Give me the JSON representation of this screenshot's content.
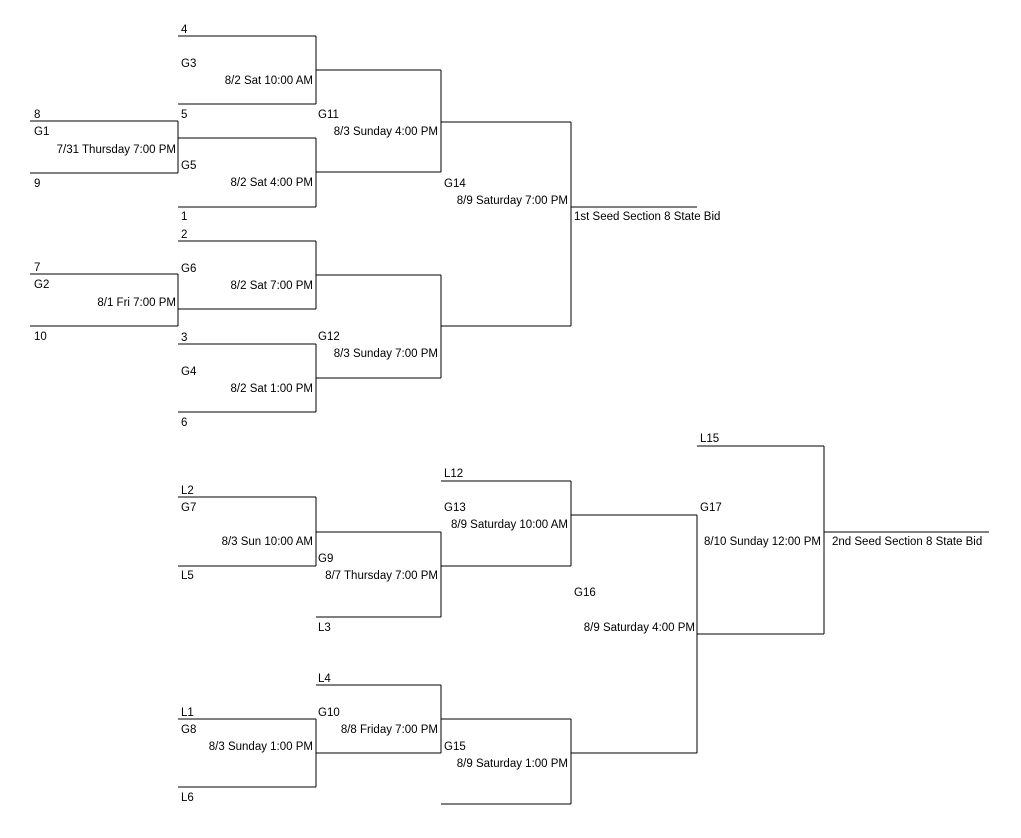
{
  "top_bracket": {
    "seeds": {
      "s4": "4",
      "s5": "5",
      "s8": "8",
      "s9": "9",
      "s1": "1",
      "s2": "2",
      "s7": "7",
      "s10": "10",
      "s3": "3",
      "s6": "6"
    },
    "games": {
      "g1": {
        "label": "G1",
        "time": "7/31 Thursday 7:00 PM"
      },
      "g2": {
        "label": "G2",
        "time": "8/1 Fri 7:00 PM"
      },
      "g3": {
        "label": "G3",
        "time": "8/2 Sat 10:00 AM"
      },
      "g4": {
        "label": "G4",
        "time": "8/2 Sat 1:00 PM"
      },
      "g5": {
        "label": "G5",
        "time": "8/2 Sat 4:00 PM"
      },
      "g6": {
        "label": "G6",
        "time": "8/2 Sat 7:00 PM"
      },
      "g11": {
        "label": "G11",
        "time": "8/3 Sunday 4:00 PM"
      },
      "g12": {
        "label": "G12",
        "time": "8/3 Sunday 7:00 PM"
      },
      "g14": {
        "label": "G14",
        "time": "8/9 Saturday 7:00 PM"
      }
    },
    "result": "1st Seed Section 8 State Bid"
  },
  "bottom_bracket": {
    "entries": {
      "l2": "L2",
      "l5": "L5",
      "l12": "L12",
      "l3": "L3",
      "l15": "L15",
      "l4": "L4",
      "l1": "L1",
      "l6": "L6"
    },
    "games": {
      "g7": {
        "label": "G7",
        "time": "8/3 Sun 10:00 AM"
      },
      "g8": {
        "label": "G8",
        "time": "8/3 Sunday 1:00 PM"
      },
      "g9": {
        "label": "G9",
        "time": "8/7 Thursday 7:00 PM"
      },
      "g10": {
        "label": "G10",
        "time": "8/8 Friday 7:00 PM"
      },
      "g13": {
        "label": "G13",
        "time": "8/9 Saturday 10:00 AM"
      },
      "g15": {
        "label": "G15",
        "time": "8/9 Saturday 1:00 PM"
      },
      "g16": {
        "label": "G16",
        "time": "8/9 Saturday 4:00 PM"
      },
      "g17": {
        "label": "G17",
        "time": "8/10 Sunday 12:00 PM"
      }
    },
    "result": "2nd Seed Section 8 State Bid"
  }
}
